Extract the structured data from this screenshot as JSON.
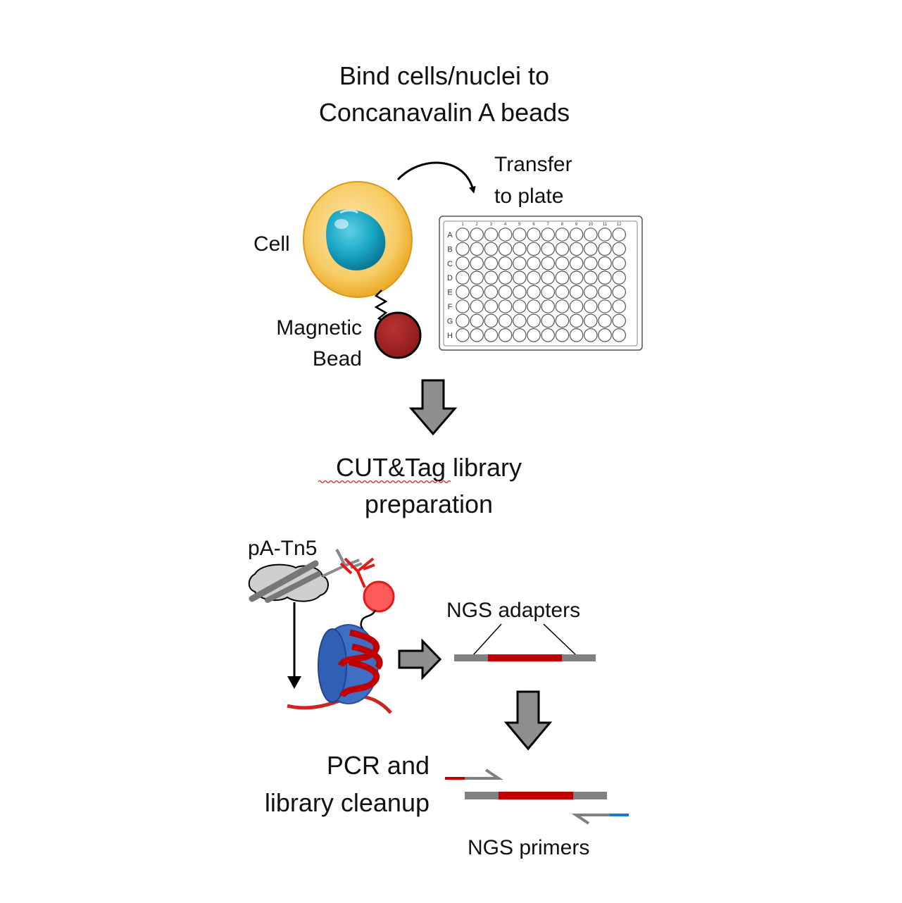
{
  "step1": {
    "line1": "Bind cells/nuclei to",
    "line2": "Concanavalin A beads"
  },
  "labels": {
    "cell": "Cell",
    "bead_line1": "Magnetic",
    "bead_line2": "Bead",
    "transfer_line1": "Transfer",
    "transfer_line2": "to plate"
  },
  "plate": {
    "rows": [
      "A",
      "B",
      "C",
      "D",
      "E",
      "F",
      "G",
      "H"
    ],
    "cols": [
      "1",
      "2",
      "3",
      "4",
      "5",
      "6",
      "7",
      "8",
      "9",
      "10",
      "11",
      "12"
    ]
  },
  "step2": {
    "line1": "CUT&Tag library",
    "line2": "preparation"
  },
  "enzyme_label": "pA-Tn5",
  "adapters_label": "NGS adapters",
  "step3": {
    "line1": "PCR and",
    "line2": "library cleanup"
  },
  "primers_label": "NGS primers",
  "colors": {
    "cell_body": "#f6c556",
    "nucleus": "#17a2c0",
    "bead": "#a32222",
    "arrow_gray": "#8e8e8e",
    "adapter_gray": "#808080",
    "dna_red": "#c00000",
    "nucleosome_blue": "#3e6fc5",
    "primer_blue": "#1f77d0"
  }
}
